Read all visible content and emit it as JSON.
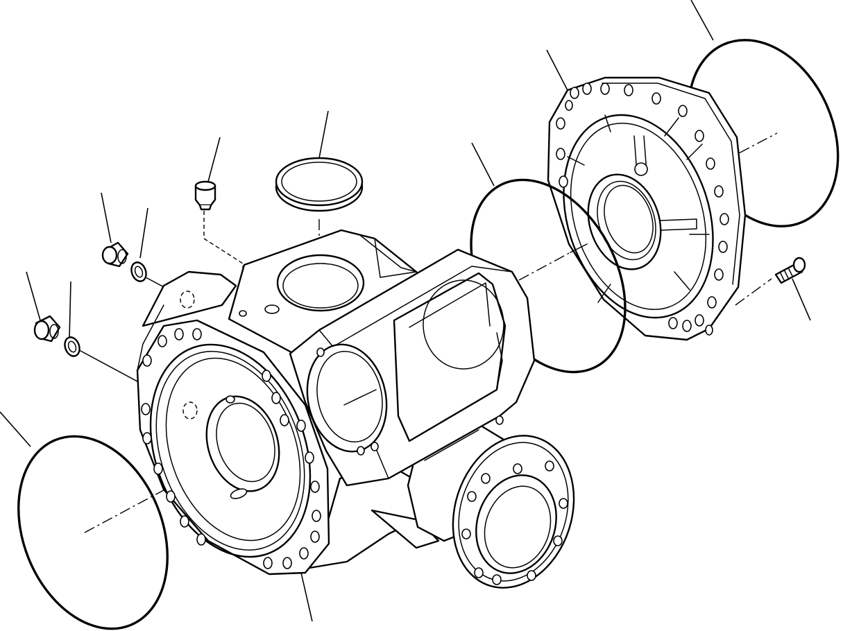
{
  "drawing": {
    "type": "exploded parts diagram",
    "line_color": "#000000",
    "background": "#ffffff",
    "parts": [
      "axle-housing",
      "left-o-ring",
      "left-hub-flange",
      "upper-plug",
      "upper-washer",
      "lower-plug",
      "lower-washer",
      "breather",
      "cover-disc",
      "middle-o-ring",
      "end-cover",
      "right-o-ring",
      "cap-screw",
      "pinion-flange"
    ],
    "callout_count": 13
  }
}
